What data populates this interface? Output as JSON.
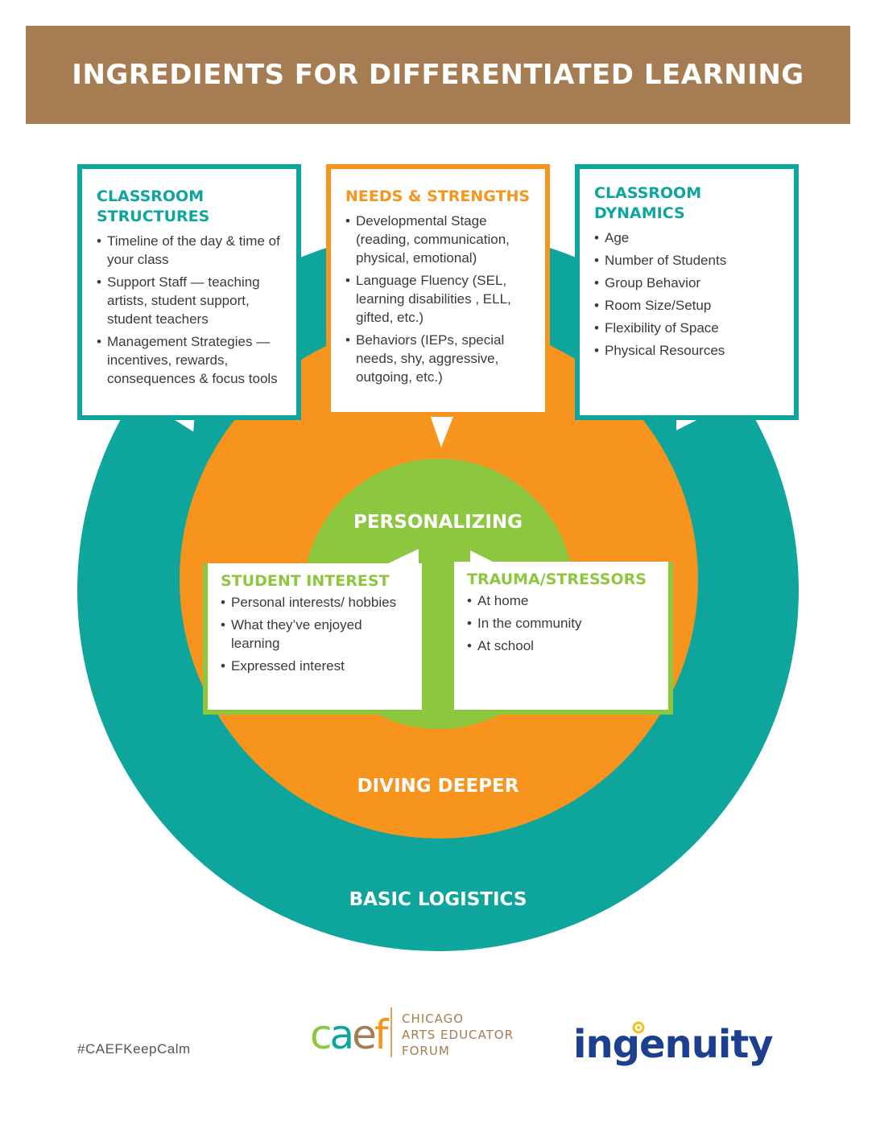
{
  "title": "INGREDIENTS FOR DIFFERENTIATED LEARNING",
  "colors": {
    "banner": "#a67c52",
    "teal": "#0ea59c",
    "orange": "#f7941d",
    "green": "#8dc63f",
    "navy": "#1d3f8f"
  },
  "rings": {
    "outer": "BASIC LOGISTICS",
    "middle": "DIVING DEEPER",
    "inner": "PERSONALIZING"
  },
  "boxes": {
    "classroom_structures": {
      "title_line1": "CLASSROOM",
      "title_line2": "STRUCTURES",
      "items": [
        "Timeline of the day & time of your class",
        "Support Staff — teaching artists, student support, student teachers",
        "Management Strategies — incentives, rewards, consequences & focus tools"
      ]
    },
    "needs_strengths": {
      "title": "NEEDS & STRENGTHS",
      "items": [
        "Developmental Stage (reading, communication, physical, emotional)",
        "Language Fluency (SEL, learning disabilities , ELL, gifted, etc.)",
        "Behaviors (IEPs, special needs, shy, aggressive, outgoing, etc.)"
      ]
    },
    "classroom_dynamics": {
      "title_line1": "CLASSROOM",
      "title_line2": "DYNAMICS",
      "items": [
        "Age",
        "Number of Students",
        "Group Behavior",
        "Room Size/Setup",
        "Flexibility of Space",
        "Physical Resources"
      ]
    },
    "student_interest": {
      "title": "STUDENT INTEREST",
      "items": [
        "Personal interests/ hobbies",
        "What they’ve enjoyed learning",
        "Expressed interest"
      ]
    },
    "trauma_stressors": {
      "title": "TRAUMA/STRESSORS",
      "items": [
        "At home",
        "In the community",
        "At school"
      ]
    }
  },
  "footer": {
    "hashtag": "#CAEFKeepCalm",
    "caef_mark": "caef",
    "caef_line1": "CHICAGO",
    "caef_line2": "ARTS EDUCATOR",
    "caef_line3": "FORUM",
    "ingenuity": "ingenuity"
  }
}
